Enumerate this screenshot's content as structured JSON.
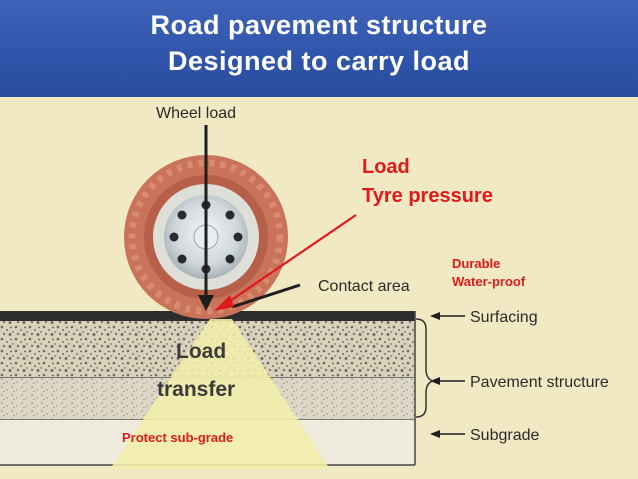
{
  "slide": {
    "title_line1": "Road pavement structure",
    "title_line2": "Designed to carry load"
  },
  "diagram": {
    "wheel_load_label": "Wheel load",
    "contact_area_label": "Contact area",
    "annotation_load": "Load",
    "annotation_tyre_pressure": "Tyre pressure",
    "annotation_durable": "Durable",
    "annotation_waterproof": "Water-proof",
    "load_transfer_line1": "Load",
    "load_transfer_line2": "transfer",
    "protect_subgrade": "Protect sub-grade",
    "layer_surfacing": "Surfacing",
    "layer_pavement_structure": "Pavement structure",
    "layer_subgrade": "Subgrade"
  },
  "colors": {
    "title_text": "#ffffff",
    "slide_background": "#2a4c9c",
    "panel_background": "#f1e8c4",
    "annotation_red": "#e0191b",
    "tyre": "#c9735a",
    "load_cone": "#f3eeab"
  }
}
